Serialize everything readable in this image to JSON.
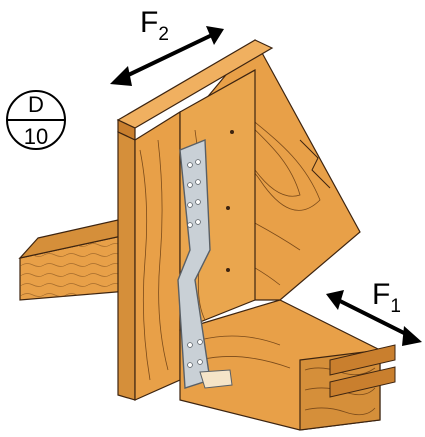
{
  "detail_badge": {
    "top": "D",
    "bottom": "10"
  },
  "force_labels": {
    "f2": {
      "letter": "F",
      "subscript": "2"
    },
    "f1": {
      "letter": "F",
      "subscript": "1"
    }
  },
  "colors": {
    "wood": "#e8a048",
    "wood_dark": "#c97f2e",
    "wood_grain": "#7a4a1a",
    "wood_edge": "#3d2410",
    "hanger": "#c9d0d6",
    "hanger_edge": "#5a6066",
    "arrow": "#000000"
  },
  "icons": {
    "truss_member": "vertical-truss-illustration",
    "connector": "metal-strap-hanger-illustration",
    "beam": "horizontal-lumber-illustration"
  }
}
